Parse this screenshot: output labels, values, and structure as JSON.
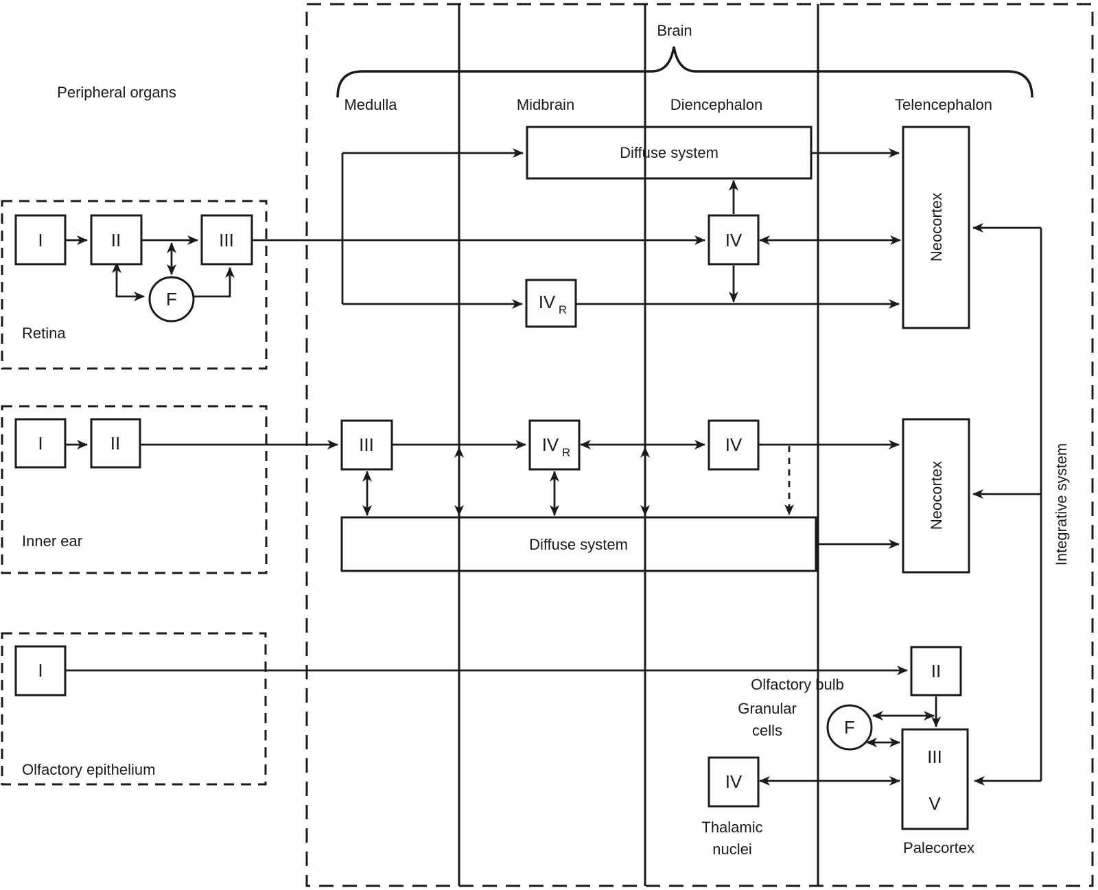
{
  "colors": {
    "ink": "#1a1a1a",
    "bg": "#ffffff"
  },
  "peripheral": {
    "heading": "Peripheral organs",
    "retina": {
      "label": "Retina",
      "box1": "I",
      "box2": "II",
      "box3": "III",
      "feedback": "F"
    },
    "inner_ear": {
      "label": "Inner ear",
      "box1": "I",
      "box2": "II"
    },
    "olfactory": {
      "label": "Olfactory epithelium",
      "box1": "I"
    }
  },
  "brain": {
    "heading": "Brain",
    "columns": {
      "medulla": "Medulla",
      "midbrain": "Midbrain",
      "diencephalon": "Diencephalon",
      "telencephalon": "Telencephalon"
    },
    "retina_path": {
      "diffuse": "Diffuse system",
      "iv": "IV",
      "ivr_main": "IV",
      "ivr_sub": "R",
      "neocortex": "Neocortex"
    },
    "auditory_path": {
      "iii": "III",
      "ivr_main": "IV",
      "ivr_sub": "R",
      "iv": "IV",
      "diffuse": "Diffuse system",
      "neocortex": "Neocortex"
    },
    "olfactory_path": {
      "bulb_label": "Olfactory bulb",
      "granular_line1": "Granular",
      "granular_line2": "cells",
      "feedback": "F",
      "ii": "II",
      "iii": "III",
      "v": "V",
      "palecortex": "Palecortex",
      "thalamic_iv": "IV",
      "thalamic_line1": "Thalamic",
      "thalamic_line2": "nuclei"
    },
    "integrative": {
      "label": "Integrative system"
    }
  }
}
